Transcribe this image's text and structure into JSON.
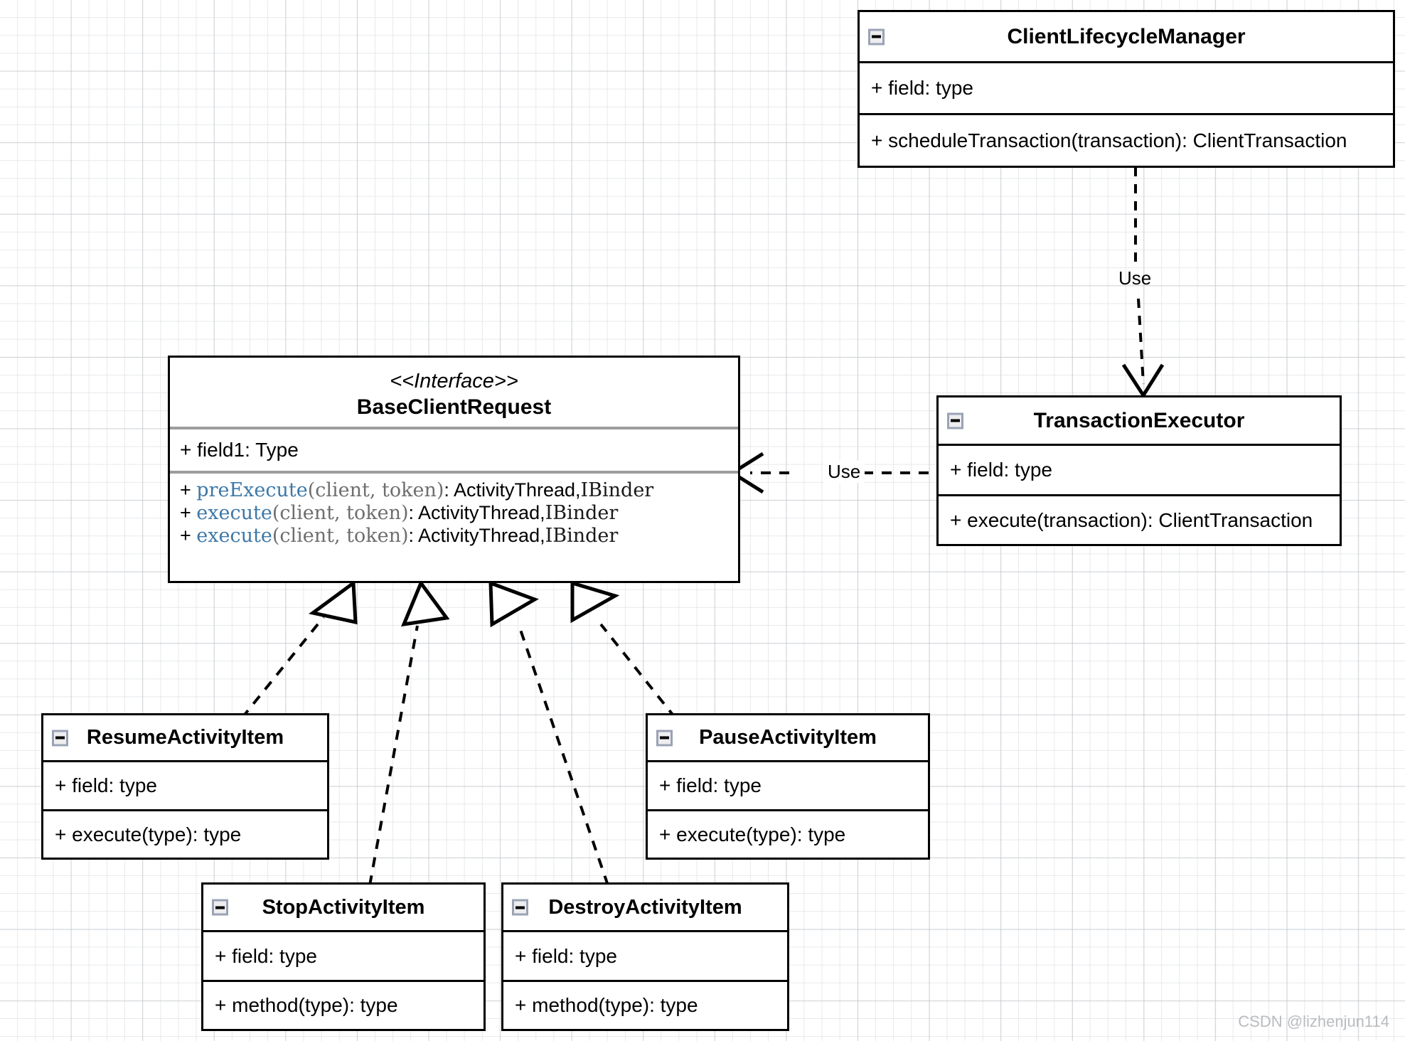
{
  "diagram": {
    "title": "Android ClientTransaction UML class diagram",
    "background": "graph-paper-grid",
    "watermark": "CSDN @lizhenjun114",
    "colors": {
      "box_border": "#000000",
      "interface_divider": "#9d9d9d",
      "method_name": "#3d78a8",
      "method_args": "#6e6e6e",
      "grid_minor": "#e2e5e8",
      "grid_major": "#b9bec4",
      "watermark": "#b9bcc0",
      "collapse_icon_border": "#9aa3b4",
      "collapse_icon_fill": "#eeeef1"
    }
  },
  "classes": {
    "client_lifecycle_manager": {
      "name": "ClientLifecycleManager",
      "fields": [
        "+ field: type"
      ],
      "methods": [
        "+ scheduleTransaction(transaction): ClientTransaction"
      ]
    },
    "transaction_executor": {
      "name": "TransactionExecutor",
      "fields": [
        "+ field: type"
      ],
      "methods": [
        "+ execute(transaction): ClientTransaction"
      ]
    },
    "base_client_request": {
      "stereotype": "<<Interface>>",
      "name": "BaseClientRequest",
      "fields": [
        "+ field1: Type"
      ],
      "methods": [
        {
          "visibility": "+",
          "name": "preExecute",
          "args": "(client, token)",
          "separator": ": ",
          "return_main": "ActivityThread,",
          "return_serif": "IBinder"
        },
        {
          "visibility": "+",
          "name": "execute",
          "args": "(client, token)",
          "separator": ": ",
          "return_main": "ActivityThread,",
          "return_serif": "IBinder"
        },
        {
          "visibility": "+",
          "name": "execute",
          "args": "(client, token)",
          "separator": ": ",
          "return_main": "ActivityThread,",
          "return_serif": "IBinder"
        }
      ]
    },
    "resume_activity_item": {
      "name": "ResumeActivityItem",
      "fields": [
        "+ field: type"
      ],
      "methods": [
        "+ execute(type): type"
      ]
    },
    "pause_activity_item": {
      "name": "PauseActivityItem",
      "fields": [
        "+ field: type"
      ],
      "methods": [
        "+ execute(type): type"
      ]
    },
    "stop_activity_item": {
      "name": "StopActivityItem",
      "fields": [
        "+ field: type"
      ],
      "methods": [
        "+ method(type): type"
      ]
    },
    "destroy_activity_item": {
      "name": "DestroyActivityItem",
      "fields": [
        "+ field: type"
      ],
      "methods": [
        "+ method(type): type"
      ]
    }
  },
  "relationships": {
    "use_vertical": {
      "label": "Use",
      "type": "dependency",
      "from": "ClientLifecycleManager",
      "to": "TransactionExecutor"
    },
    "use_horizontal": {
      "label": "Use",
      "type": "dependency",
      "from": "TransactionExecutor",
      "to": "BaseClientRequest"
    },
    "realizations": [
      {
        "type": "realization",
        "from": "ResumeActivityItem",
        "to": "BaseClientRequest"
      },
      {
        "type": "realization",
        "from": "StopActivityItem",
        "to": "BaseClientRequest"
      },
      {
        "type": "realization",
        "from": "DestroyActivityItem",
        "to": "BaseClientRequest"
      },
      {
        "type": "realization",
        "from": "PauseActivityItem",
        "to": "BaseClientRequest"
      }
    ]
  },
  "icons": {
    "collapse": "minus-box-icon"
  }
}
